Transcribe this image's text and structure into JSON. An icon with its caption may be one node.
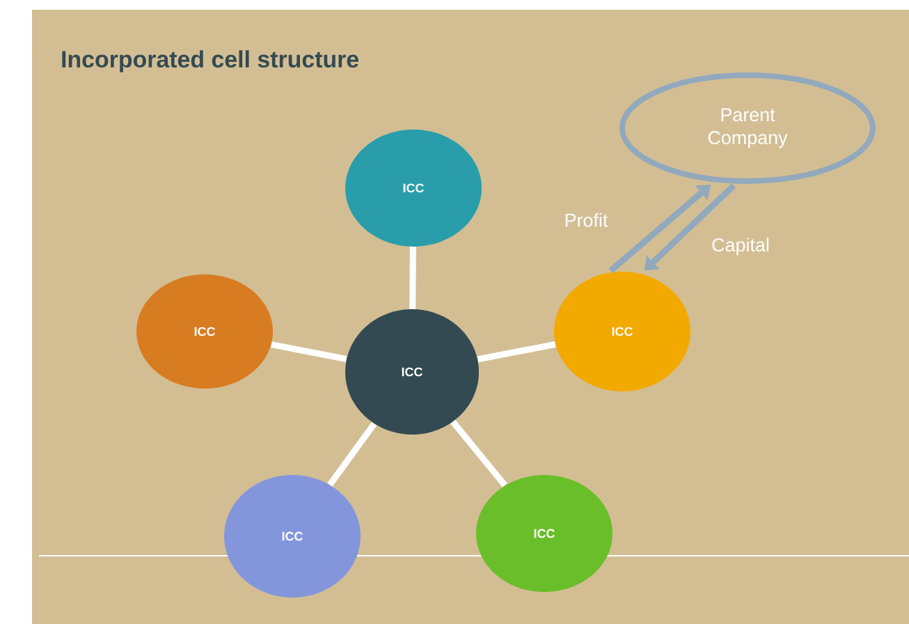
{
  "diagram": {
    "title": "Incorporated cell structure",
    "nodes": [
      {
        "text": [
          "ICC"
        ]
      },
      {
        "text": [
          "ICC"
        ]
      },
      {
        "text": [
          "ICC"
        ]
      },
      {
        "text": [
          "ICC"
        ]
      },
      {
        "text": [
          "ICC"
        ]
      },
      {
        "text": [
          "ICC"
        ]
      },
      {
        "text": [
          "Parent Company"
        ]
      }
    ],
    "edges": [
      {
        "from": 0,
        "to": 1,
        "arrow": "none"
      },
      {
        "from": 0,
        "to": 2,
        "arrow": "none"
      },
      {
        "from": 0,
        "to": 3,
        "arrow": "none"
      },
      {
        "from": 0,
        "to": 4,
        "arrow": "none"
      },
      {
        "from": 0,
        "to": 5,
        "arrow": "none"
      },
      {
        "from": 3,
        "to": 6,
        "arrow": "to",
        "label": "Profit",
        "color": "#92a9bd"
      },
      {
        "from": 6,
        "to": 3,
        "arrow": "to",
        "label": "Capital",
        "color": "#92a9bd"
      }
    ]
  }
}
